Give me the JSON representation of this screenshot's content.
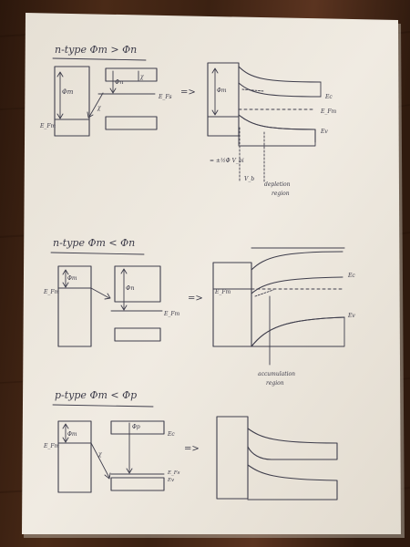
{
  "colors": {
    "table_dark": "#2a170d",
    "table_mid": "#5a3520",
    "table_light": "#7a4a2a",
    "paper": "#efeae1",
    "paper_shadow": "#d8d1c5",
    "ink": "#3f3e4c"
  },
  "sections": [
    {
      "heading": "n-type   Φm > Φn",
      "labels": {
        "ef_m": "E_Fm",
        "ef_sc": "E_Fs",
        "phi_m": "Φm",
        "phi_n": "Φn",
        "chi": "χ",
        "ec": "Ec",
        "efm_right": "E_Fm",
        "ev": "Ev",
        "bottom_note": "= ±½Φ   V_bi",
        "vb": "V_b",
        "region": "depletion",
        "region2": "region"
      }
    },
    {
      "heading": "n-type   Φm < Φn",
      "labels": {
        "ef_m": "E_Fm",
        "phi_m": "Φm",
        "phi_n": "Φn",
        "ec": "Ec",
        "ev": "Ev",
        "ef_sc": "E_Fm",
        "region": "accumulation",
        "region2": "region"
      }
    },
    {
      "heading": "p-type   Φm < Φp",
      "labels": {
        "ef_m": "E_Fm",
        "phi_m": "Φm",
        "phi_p": "Φp",
        "ec": "Ec",
        "ev": "Ev",
        "ef_sc": "E_Fs"
      }
    }
  ]
}
